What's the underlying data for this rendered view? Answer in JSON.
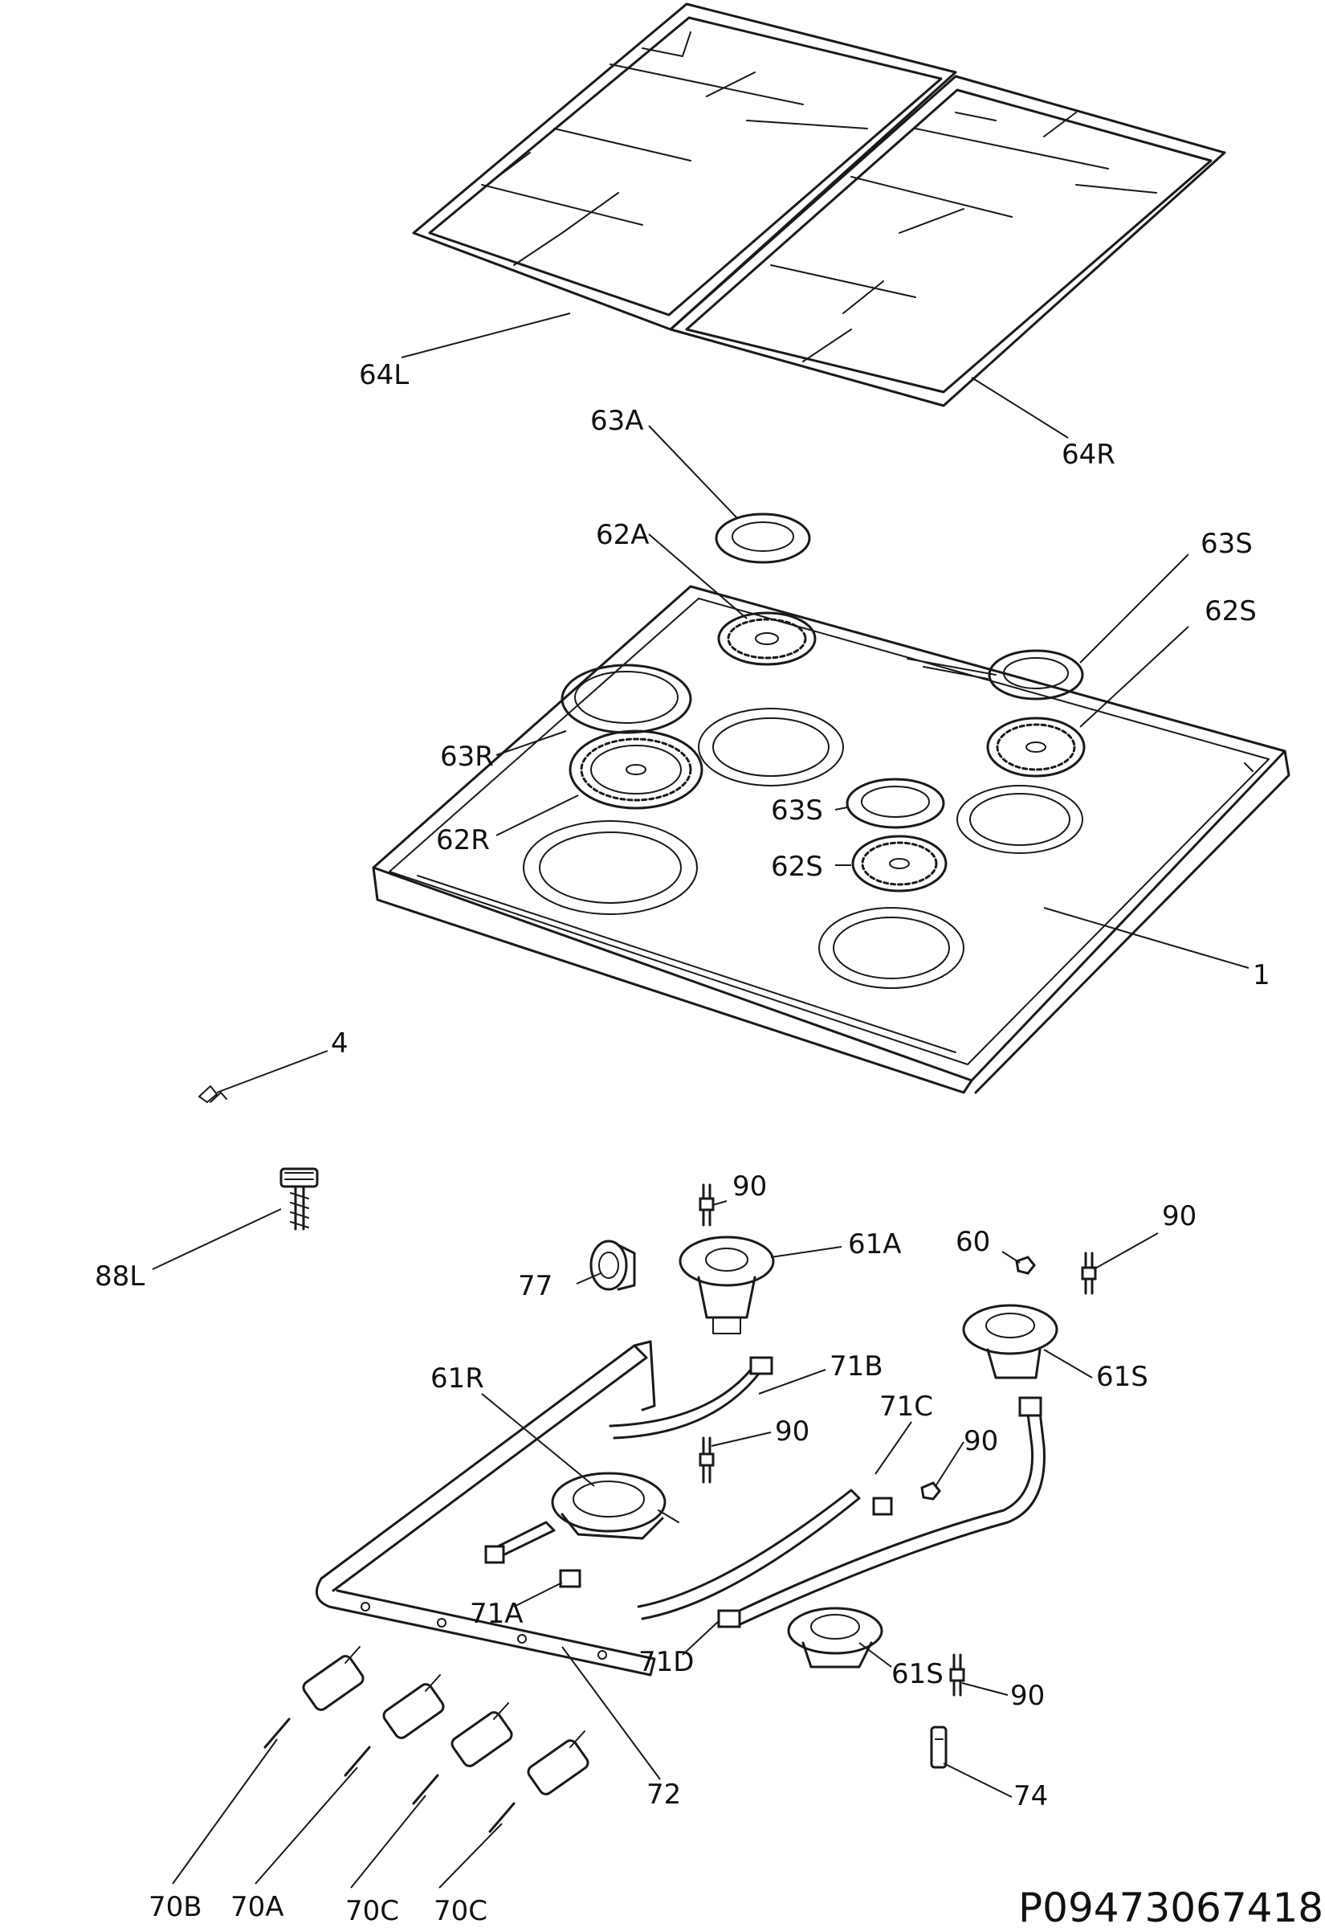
{
  "labels": {
    "l64L": "64L",
    "l64R": "64R",
    "l63A": "63A",
    "l62A": "62A",
    "l63S_top": "63S",
    "l62S_top": "62S",
    "l63R": "63R",
    "l62R": "62R",
    "l63S_mid": "63S",
    "l62S_mid": "62S",
    "l1": "1",
    "l4": "4",
    "l88L": "88L",
    "l90_a": "90",
    "l61A": "61A",
    "l77": "77",
    "l60": "60",
    "l90_b": "90",
    "l61S_top": "61S",
    "l61R": "61R",
    "l71B": "71B",
    "l90_c": "90",
    "l71C": "71C",
    "l90_d": "90",
    "l71A": "71A",
    "l71D": "71D",
    "l61S_bot": "61S",
    "l90_e": "90",
    "l72": "72",
    "l74": "74",
    "l70B": "70B",
    "l70A": "70A",
    "l70C_1": "70C",
    "l70C_2": "70C"
  },
  "drawing_code": "P09473067418"
}
